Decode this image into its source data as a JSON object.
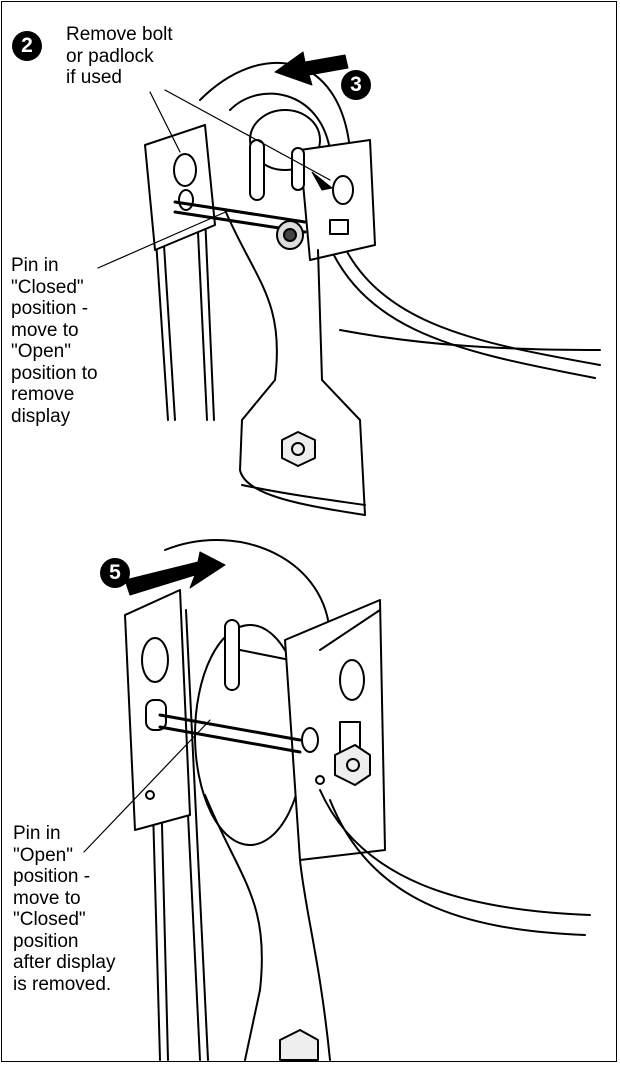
{
  "step_badges": {
    "step2": "2",
    "step3": "3",
    "step5": "5"
  },
  "labels": {
    "remove_bolt": "Remove bolt\nor padlock\nif used",
    "pin_closed": "Pin in\n\"Closed\"\nposition -\nmove to\n\"Open\"\nposition to\nremove\ndisplay",
    "pin_open": "Pin in\n\"Open\"\nposition -\nmove to\n\"Closed\"\nposition\nafter display\nis removed."
  },
  "colors": {
    "line": "#000000",
    "background": "#ffffff",
    "shade": "#e6e6e6"
  }
}
